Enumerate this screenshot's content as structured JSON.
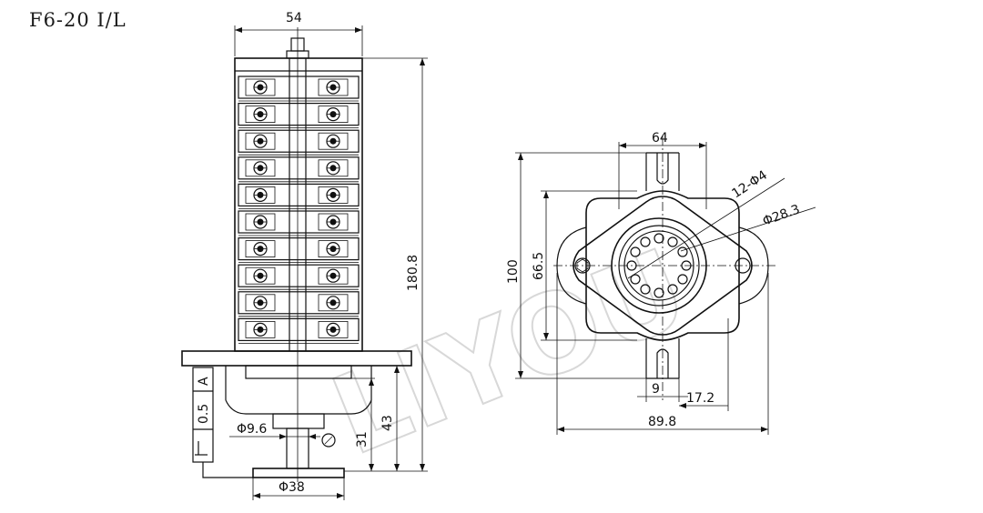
{
  "title": "F6-20 I/L",
  "watermark": "LIYOU",
  "side_view": {
    "dim_top_width": "54",
    "dim_total_height": "180.8",
    "dim_base_height": "43",
    "dim_shaft_height": "31",
    "dim_shaft_dia": "Φ9.6",
    "dim_knob_dia": "Φ38",
    "rating_current": "0.5",
    "rating_unit": "A",
    "terminal_rows": 10
  },
  "plan_view": {
    "dim_top_width": "64",
    "dim_height_outer": "100",
    "dim_height_inner": "66.5",
    "dim_holes": "12-Φ4",
    "dim_circle_dia": "Φ28.3",
    "dim_slot_width": "9",
    "dim_slot_offset": "17.2",
    "dim_overall_width": "89.8",
    "hole_count": 12
  }
}
